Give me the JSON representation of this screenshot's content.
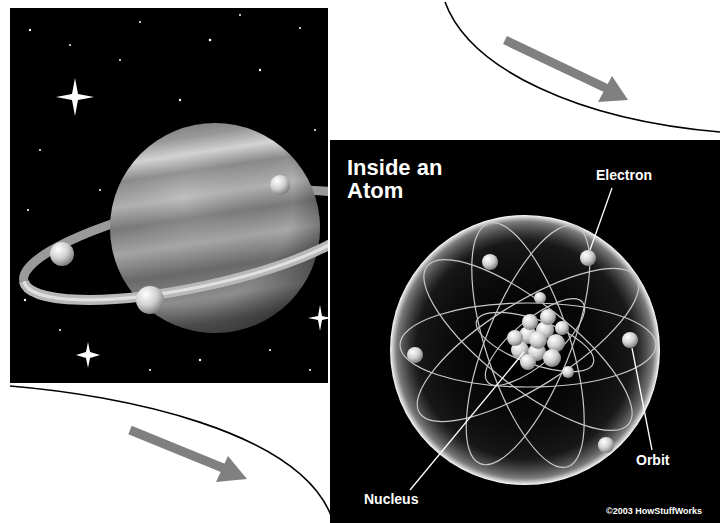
{
  "diagram": {
    "labels": [
      "Inside an Atom",
      "Electron",
      "Orbit",
      "Nucleus",
      "©2003 HowStuffWorks"
    ]
  }
}
